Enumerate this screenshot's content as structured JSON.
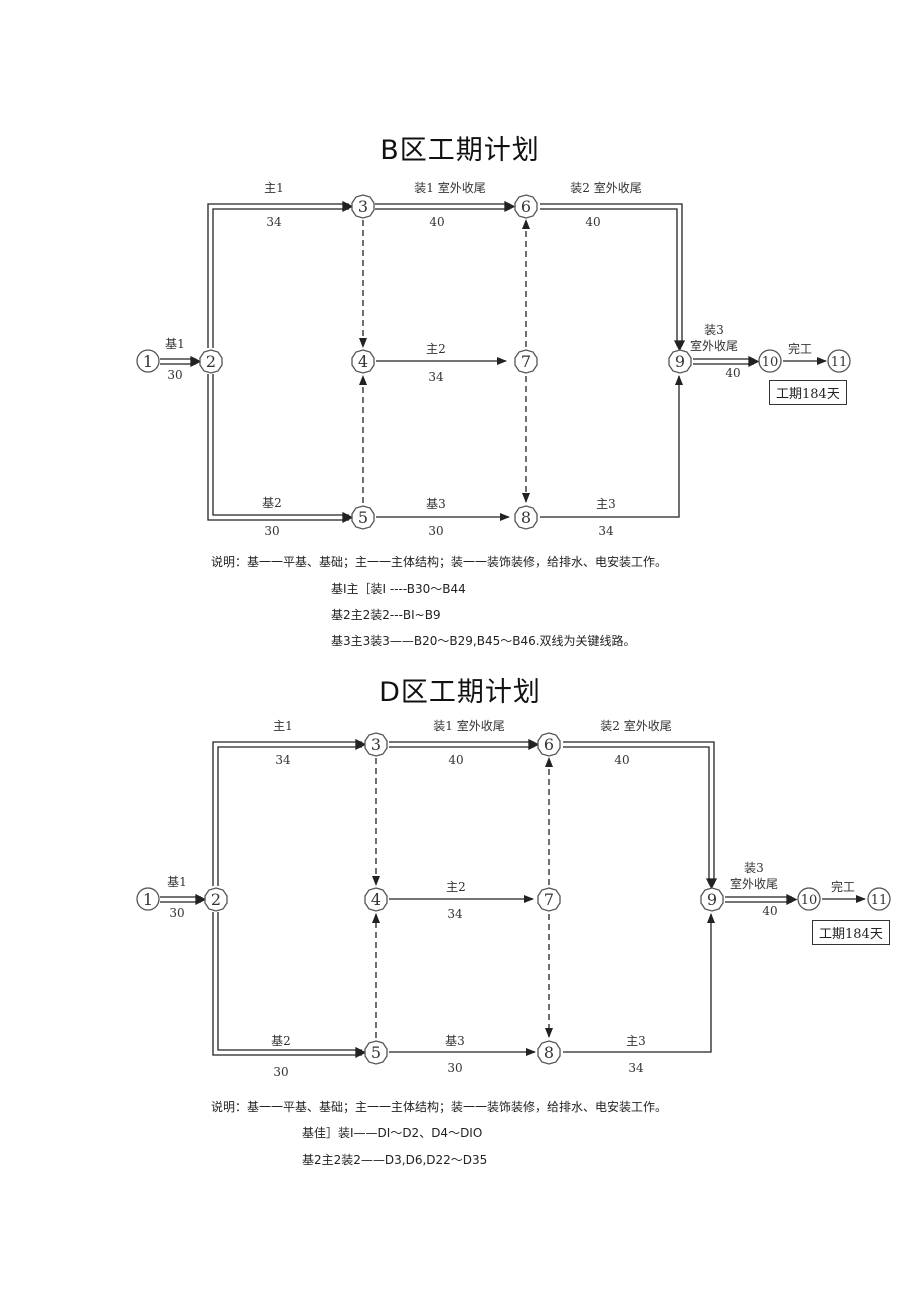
{
  "diagrams": [
    {
      "title": "B区工期计划",
      "nodes": [
        "1",
        "2",
        "3",
        "4",
        "5",
        "6",
        "7",
        "8",
        "9",
        "10",
        "11"
      ],
      "edges": {
        "e12": {
          "label": "基1",
          "duration": "30"
        },
        "e23": {
          "label": "主1",
          "duration": "34"
        },
        "e25": {
          "label": "基2",
          "duration": "30"
        },
        "e36": {
          "label": "装1  室外收尾",
          "duration": "40"
        },
        "e47": {
          "label": "主2",
          "duration": "34"
        },
        "e58": {
          "label": "基3",
          "duration": "30"
        },
        "e69": {
          "label": "装2  室外收尾",
          "duration": "40"
        },
        "e89": {
          "label": "主3",
          "duration": "34"
        },
        "e910": {
          "label": "装3",
          "label2": "室外收尾",
          "duration": "40"
        },
        "e1011": {
          "label": "完工",
          "duration": ""
        }
      },
      "duration_box": "工期184天",
      "notes": [
        "说明：基一一平基、基础；主一一主体结构；装一一装饰装修，给排水、电安装工作。",
        "基I主［装I ----B30～B44",
        "基2主2装2---BI~B9",
        "基3主3装3——B20～B29,B45～B46.双线为关键线路。"
      ]
    },
    {
      "title": "D区工期计划",
      "nodes": [
        "1",
        "2",
        "3",
        "4",
        "5",
        "6",
        "7",
        "8",
        "9",
        "10",
        "11"
      ],
      "edges": {
        "e12": {
          "label": "基1",
          "duration": "30"
        },
        "e23": {
          "label": "主1",
          "duration": "34"
        },
        "e25": {
          "label": "基2",
          "duration": "30"
        },
        "e36": {
          "label": "装1  室外收尾",
          "duration": "40"
        },
        "e47": {
          "label": "主2",
          "duration": "34"
        },
        "e58": {
          "label": "基3",
          "duration": "30"
        },
        "e69": {
          "label": "装2  室外收尾",
          "duration": "40"
        },
        "e89": {
          "label": "主3",
          "duration": "34"
        },
        "e910": {
          "label": "装3",
          "label2": "室外收尾",
          "duration": "40"
        },
        "e1011": {
          "label": "完工",
          "duration": ""
        }
      },
      "duration_box": "工期184天",
      "notes": [
        "说明：基一一平基、基础；主一一主体结构；装一一装饰装修，给排水、电安装工作。",
        "基佳］装I——DI～D2、D4～DIO",
        "基2主2装2——D3,D6,D22～D35"
      ]
    }
  ]
}
